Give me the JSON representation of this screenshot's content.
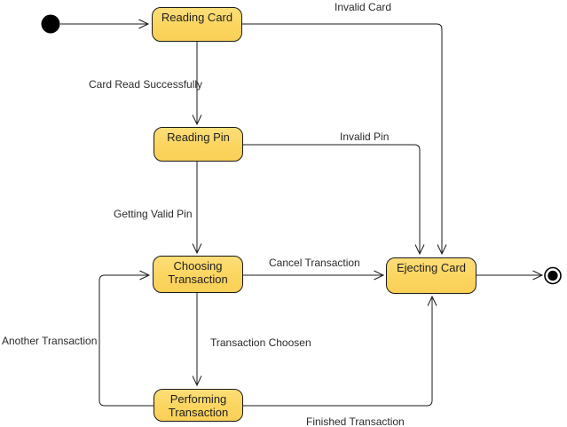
{
  "diagram": {
    "type": "uml-state-machine-diagram",
    "background_color": "#FFFFFF",
    "colors": {
      "state_fill": "#FBD55F",
      "state_fill_light": "#FDDE78",
      "state_border": "#1A1A1A",
      "line": "#1A1A1A",
      "text": "#1F1F1F"
    },
    "nodes": {
      "initial": {
        "kind": "initial-pseudostate"
      },
      "final": {
        "kind": "final-state"
      }
    },
    "states": [
      {
        "id": "reading-card",
        "label": "Reading Card"
      },
      {
        "id": "reading-pin",
        "label": "Reading Pin"
      },
      {
        "id": "choosing-transaction",
        "label": "Choosing Transaction"
      },
      {
        "id": "ejecting-card",
        "label": "Ejecting Card"
      },
      {
        "id": "performing-transaction",
        "label": "Performing Transaction"
      }
    ],
    "transitions": [
      {
        "from": "initial",
        "to": "reading-card",
        "label": ""
      },
      {
        "from": "reading-card",
        "to": "reading-pin",
        "label": "Card Read Successfully"
      },
      {
        "from": "reading-card",
        "to": "ejecting-card",
        "label": "Invalid Card"
      },
      {
        "from": "reading-pin",
        "to": "choosing-transaction",
        "label": "Getting Valid Pin"
      },
      {
        "from": "reading-pin",
        "to": "ejecting-card",
        "label": "Invalid Pin"
      },
      {
        "from": "choosing-transaction",
        "to": "ejecting-card",
        "label": "Cancel Transaction"
      },
      {
        "from": "choosing-transaction",
        "to": "performing-transaction",
        "label": "Transaction Choosen"
      },
      {
        "from": "performing-transaction",
        "to": "choosing-transaction",
        "label": "Another Transaction"
      },
      {
        "from": "performing-transaction",
        "to": "ejecting-card",
        "label": "Finished Transaction"
      },
      {
        "from": "ejecting-card",
        "to": "final",
        "label": ""
      }
    ]
  }
}
